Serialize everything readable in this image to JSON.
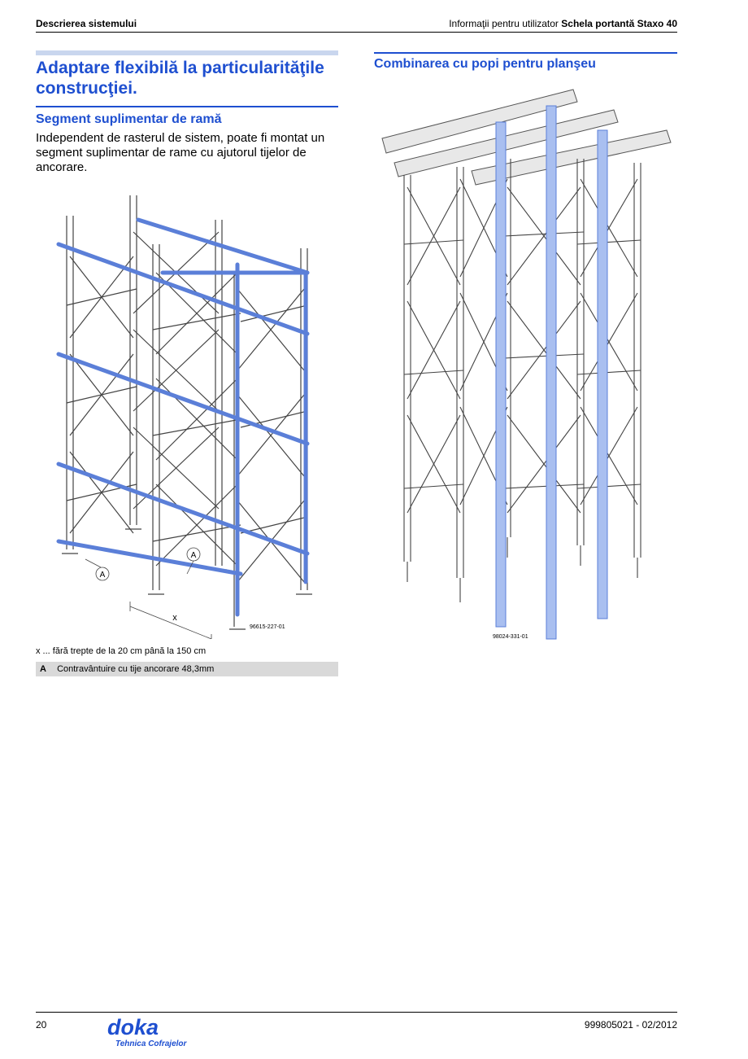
{
  "header": {
    "section": "Descrierea sistemului",
    "info_prefix": "Informaţii pentru utilizator",
    "product": "Schela portantă Staxo 40"
  },
  "left": {
    "title": "Adaptare flexibilă la particularităţile construcţiei.",
    "subtitle": "Segment suplimentar de ramă",
    "text": "Independent de rasterul de sistem, poate fi montat un segment suplimentar de rame cu ajutorul tijelor de ancorare.",
    "figure": {
      "code": "96615-227-01",
      "callout_a1": "A",
      "callout_a2": "A",
      "dim_label": "x"
    },
    "note": "x ... fără trepte de la 20 cm până la 150 cm",
    "legend": {
      "key": "A",
      "text": "Contravântuire cu tije ancorare 48,3mm"
    }
  },
  "right": {
    "subtitle": "Combinarea cu popi pentru planşeu",
    "figure": {
      "code": "98024-331-01"
    }
  },
  "footer": {
    "page": "20",
    "doc": "999805021 - 02/2012",
    "logo_word": "doka",
    "logo_tagline": "Tehnica Cofrajelor"
  },
  "colors": {
    "accent": "#1e4fd0",
    "figure_blue": "#5b7fd8",
    "light_bar": "#c9d6ee"
  }
}
